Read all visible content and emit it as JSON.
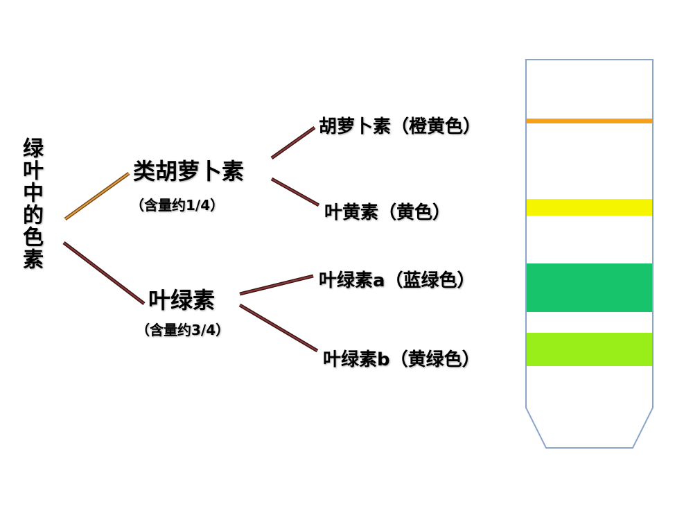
{
  "diagram": {
    "root": "绿叶中的色素",
    "branches": [
      {
        "label": "类胡萝卜素",
        "content": "（含量约1/4）",
        "children": [
          {
            "label": "胡萝卜素（橙黄色）",
            "color": "#f7a11a"
          },
          {
            "label": "叶黄素（黄色）",
            "color": "#f5f500"
          }
        ]
      },
      {
        "label": "叶绿素",
        "content": "（含量约3/4）",
        "children": [
          {
            "label": "叶绿素a（蓝绿色）",
            "color": "#18c46b"
          },
          {
            "label": "叶绿素b（黄绿色）",
            "color": "#99ee1a"
          }
        ]
      }
    ]
  },
  "colors": {
    "connector_orange": "#c8862a",
    "connector_maroon": "#6b2a2a",
    "tube_outline": "#8aa4c8"
  }
}
